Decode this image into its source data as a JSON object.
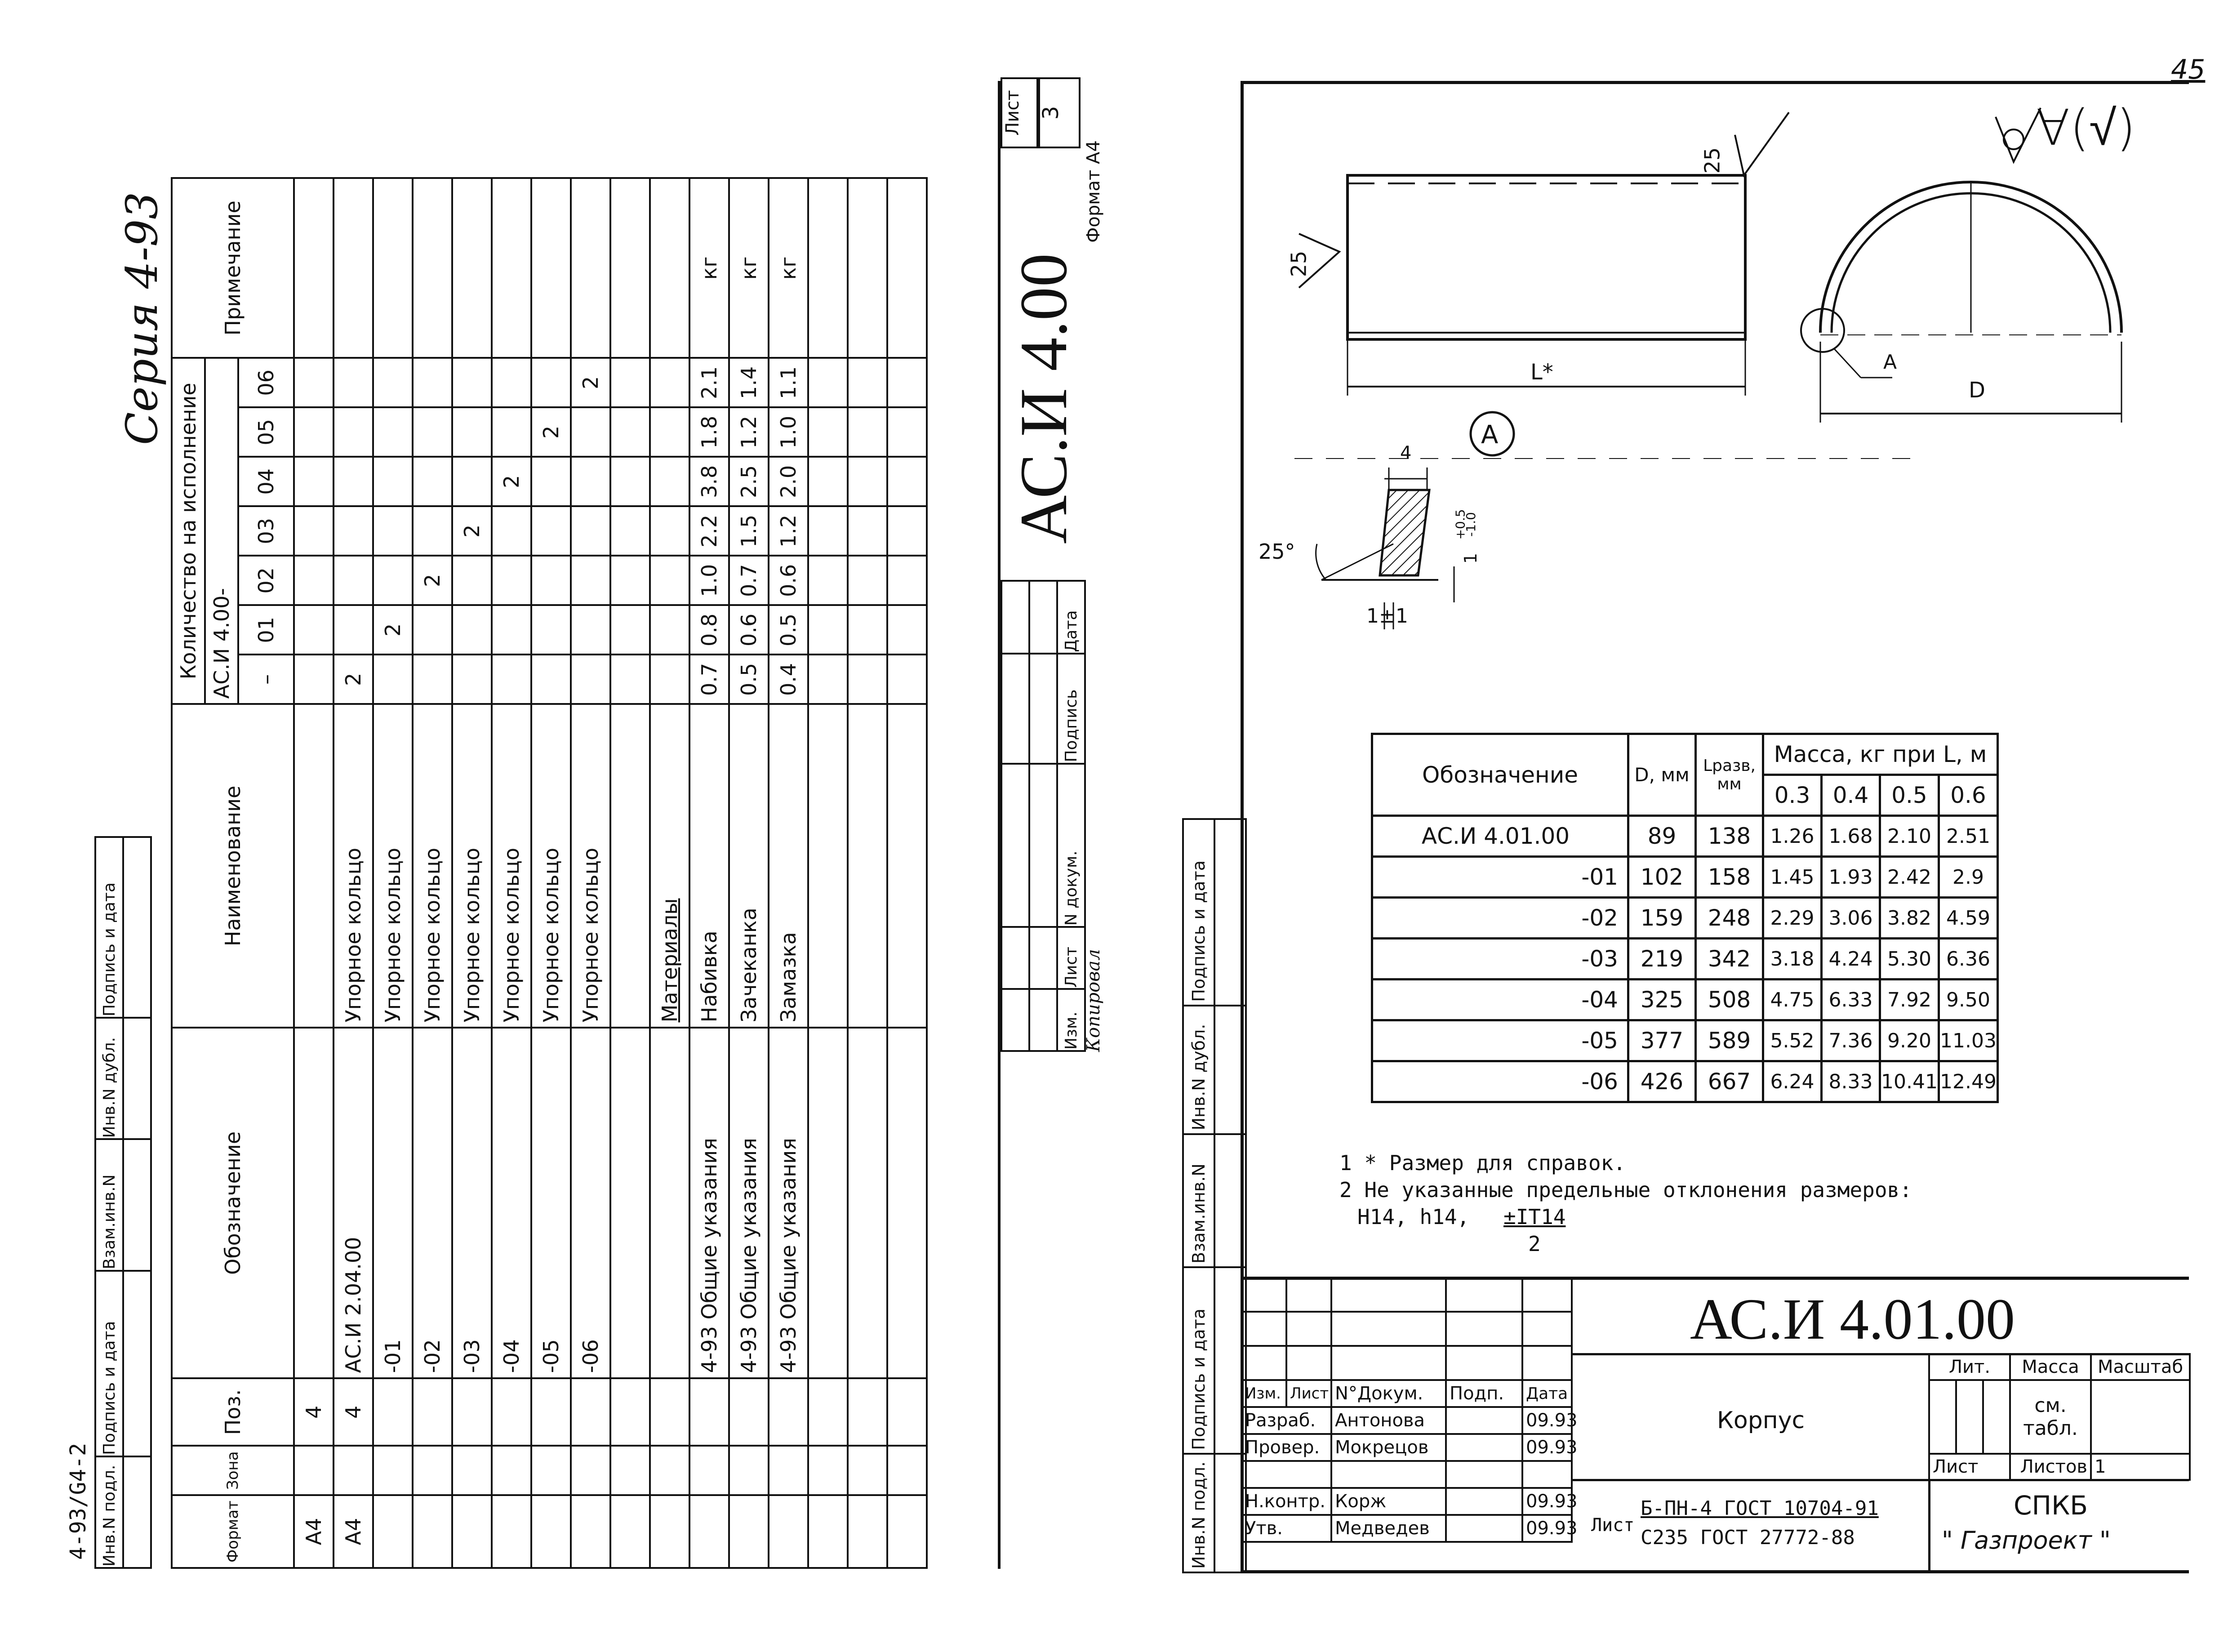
{
  "page_number": "45",
  "left_sheet": {
    "series_label": "Серия 4-93",
    "file_code": "4-93/G4-2",
    "stamp_text": "Копировал",
    "format_text": "Формат А4",
    "designation_big": "АС.И 4.00",
    "sheet_label": "Лист",
    "sheet_number": "3",
    "strip_labels": [
      "Инв.N подл.",
      "Подпись и дата",
      "Взам.инв.N",
      "Инв.N дубл.",
      "Подпись и дата"
    ],
    "title_block_headers": [
      "Изм.",
      "Лист",
      "N докум.",
      "Подпись",
      "Дата"
    ],
    "spec_headers": {
      "format": "Формат",
      "zone": "Зона",
      "pos": "Поз.",
      "designation": "Обозначение",
      "name": "Наименование",
      "qty_group": "Количество на исполнение",
      "qty_prefix": "АС.И 4.00-",
      "qty_cols": [
        "–",
        "01",
        "02",
        "03",
        "04",
        "05",
        "06"
      ],
      "note": "Примечание"
    },
    "spec_rows": [
      {
        "format": "А4",
        "zone": "",
        "pos": "4",
        "designation": "",
        "name": "",
        "qty": [
          "",
          "",
          "",
          "",
          "",
          "",
          ""
        ],
        "note": ""
      },
      {
        "format": "А4",
        "zone": "",
        "pos": "4",
        "designation": "АС.И 2.04.00",
        "name": "Упорное кольцо",
        "qty": [
          "2",
          "",
          "",
          "",
          "",
          "",
          ""
        ],
        "note": ""
      },
      {
        "format": "",
        "zone": "",
        "pos": "",
        "designation": "-01",
        "name": "Упорное кольцо",
        "qty": [
          "",
          "2",
          "",
          "",
          "",
          "",
          ""
        ],
        "note": ""
      },
      {
        "format": "",
        "zone": "",
        "pos": "",
        "designation": "-02",
        "name": "Упорное кольцо",
        "qty": [
          "",
          "",
          "2",
          "",
          "",
          "",
          ""
        ],
        "note": ""
      },
      {
        "format": "",
        "zone": "",
        "pos": "",
        "designation": "-03",
        "name": "Упорное кольцо",
        "qty": [
          "",
          "",
          "",
          "2",
          "",
          "",
          ""
        ],
        "note": ""
      },
      {
        "format": "",
        "zone": "",
        "pos": "",
        "designation": "-04",
        "name": "Упорное кольцо",
        "qty": [
          "",
          "",
          "",
          "",
          "2",
          "",
          ""
        ],
        "note": ""
      },
      {
        "format": "",
        "zone": "",
        "pos": "",
        "designation": "-05",
        "name": "Упорное кольцо",
        "qty": [
          "",
          "",
          "",
          "",
          "",
          "2",
          ""
        ],
        "note": ""
      },
      {
        "format": "",
        "zone": "",
        "pos": "",
        "designation": "-06",
        "name": "Упорное кольцо",
        "qty": [
          "",
          "",
          "",
          "",
          "",
          "",
          "2"
        ],
        "note": ""
      },
      {
        "format": "",
        "zone": "",
        "pos": "",
        "designation": "",
        "name": "",
        "qty": [
          "",
          "",
          "",
          "",
          "",
          "",
          ""
        ],
        "note": ""
      },
      {
        "format": "",
        "zone": "",
        "pos": "",
        "designation": "",
        "name": "Материалы",
        "qty": [
          "",
          "",
          "",
          "",
          "",
          "",
          ""
        ],
        "note": ""
      },
      {
        "format": "",
        "zone": "",
        "pos": "",
        "designation": "4-93 Общие указания",
        "name": "Набивка",
        "qty": [
          "0.7",
          "0.8",
          "1.0",
          "2.2",
          "3.8",
          "1.8",
          "2.1"
        ],
        "note": "кг"
      },
      {
        "format": "",
        "zone": "",
        "pos": "",
        "designation": "4-93 Общие указания",
        "name": "Зачеканка",
        "qty": [
          "0.5",
          "0.6",
          "0.7",
          "1.5",
          "2.5",
          "1.2",
          "1.4"
        ],
        "note": "кг"
      },
      {
        "format": "",
        "zone": "",
        "pos": "",
        "designation": "4-93 Общие указания",
        "name": "Замазка",
        "qty": [
          "0.4",
          "0.5",
          "0.6",
          "1.2",
          "2.0",
          "1.0",
          "1.1"
        ],
        "note": "кг"
      },
      {
        "format": "",
        "zone": "",
        "pos": "",
        "designation": "",
        "name": "",
        "qty": [
          "",
          "",
          "",
          "",
          "",
          "",
          ""
        ],
        "note": ""
      },
      {
        "format": "",
        "zone": "",
        "pos": "",
        "designation": "",
        "name": "",
        "qty": [
          "",
          "",
          "",
          "",
          "",
          "",
          ""
        ],
        "note": ""
      },
      {
        "format": "",
        "zone": "",
        "pos": "",
        "designation": "",
        "name": "",
        "qty": [
          "",
          "",
          "",
          "",
          "",
          "",
          ""
        ],
        "note": ""
      }
    ]
  },
  "right_sheet": {
    "drawing": {
      "roughness_top": "25",
      "roughness_left": "25",
      "length_label": "L*",
      "diameter_label": "D",
      "detail_callout": "A",
      "detail_ref": "A",
      "roughness_symbol": "∀(√)",
      "detail_width": "4",
      "detail_angle": "25°",
      "detail_gap": "1±1",
      "detail_tol_upper": "+0.5",
      "detail_tol_lower": "-1.0",
      "detail_tol_base": "1"
    },
    "mass_table": {
      "header_designation": "Обозначение",
      "header_d": "D, мм",
      "header_l": "Lразв, мм",
      "header_mass": "Масса, кг при L, м",
      "l_values": [
        "0.3",
        "0.4",
        "0.5",
        "0.6"
      ],
      "rows": [
        {
          "designation": "АС.И 4.01.00",
          "d": "89",
          "l": "138",
          "m": [
            "1.26",
            "1.68",
            "2.10",
            "2.51"
          ]
        },
        {
          "designation": "-01",
          "d": "102",
          "l": "158",
          "m": [
            "1.45",
            "1.93",
            "2.42",
            "2.9"
          ]
        },
        {
          "designation": "-02",
          "d": "159",
          "l": "248",
          "m": [
            "2.29",
            "3.06",
            "3.82",
            "4.59"
          ]
        },
        {
          "designation": "-03",
          "d": "219",
          "l": "342",
          "m": [
            "3.18",
            "4.24",
            "5.30",
            "6.36"
          ]
        },
        {
          "designation": "-04",
          "d": "325",
          "l": "508",
          "m": [
            "4.75",
            "6.33",
            "7.92",
            "9.50"
          ]
        },
        {
          "designation": "-05",
          "d": "377",
          "l": "589",
          "m": [
            "5.52",
            "7.36",
            "9.20",
            "11.03"
          ]
        },
        {
          "designation": "-06",
          "d": "426",
          "l": "667",
          "m": [
            "6.24",
            "8.33",
            "10.41",
            "12.49"
          ]
        }
      ]
    },
    "notes": {
      "note1": "1 * Размер для справок.",
      "note2": "2 Не указанные предельные отклонения размеров:",
      "note2_line": "Н14, h14,",
      "note2_frac_top": "±IT14",
      "note2_frac_bottom": "2"
    },
    "strip_labels": [
      "Инв.N подл.",
      "Подпись и дата",
      "Взам.инв.N",
      "Инв.N дубл.",
      "Подпись и дата"
    ],
    "title_block": {
      "designation": "АС.И 4.01.00",
      "part_name": "Корпус",
      "col_headers": [
        "Изм.",
        "Лист",
        "N°Докум.",
        "Подп.",
        "Дата"
      ],
      "people": [
        {
          "role": "Разраб.",
          "name": "Антонова",
          "date": "09.93"
        },
        {
          "role": "Провер.",
          "name": "Мокрецов",
          "date": "09.93"
        },
        {
          "role": "",
          "name": "",
          "date": ""
        },
        {
          "role": "Н.контр.",
          "name": "Корж",
          "date": "09.93"
        },
        {
          "role": "Утв.",
          "name": "Медведев",
          "date": "09.93"
        }
      ],
      "lit_label": "Лит.",
      "mass_label": "Масса",
      "scale_label": "Масштаб",
      "mass_value": "см. табл.",
      "sheet_label": "Лист",
      "sheets_label": "Листов",
      "sheets_value": "1",
      "material_prefix": "Лист",
      "material_top": "Б-ПН-4 ГОСТ 10704-91",
      "material_bottom": "С235 ГОСТ 27772-88",
      "org_line1": "СПКБ",
      "org_line2": "\" Газпроект \""
    }
  }
}
